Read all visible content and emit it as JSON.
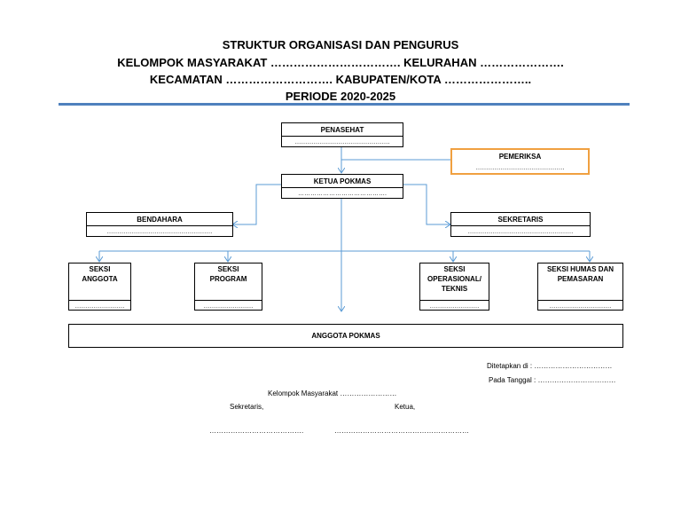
{
  "header": {
    "line1": "STRUKTUR ORGANISASI DAN PENGURUS",
    "line2": "KELOMPOK MASYARAKAT ……………………………. KELURAHAN ………………….",
    "line3": "KECAMATAN ………………………. KABUPATEN/KOTA …………………..",
    "line4": "PERIODE 2020-2025"
  },
  "chart": {
    "penasehat": {
      "label": "PENASEHAT",
      "dots": "………………………………………."
    },
    "pemeriksa": {
      "label": "PEMERIKSA",
      "dots": "……………………………………."
    },
    "ketua": {
      "label": "KETUA POKMAS",
      "dots": "……………………………………."
    },
    "bendahara": {
      "label": "BENDAHARA",
      "dots": "……………………………………………"
    },
    "sekretaris": {
      "label": "SEKRETARIS",
      "dots": "……………………………………………"
    },
    "seksi_anggota": {
      "label": "SEKSI\nANGGOTA",
      "dots": "……………………"
    },
    "seksi_program": {
      "label": "SEKSI\nPROGRAM",
      "dots": "……………………"
    },
    "seksi_operasional": {
      "label": "SEKSI\nOPERASIONAL/\nTEKNIS",
      "dots": "……………………"
    },
    "seksi_humas": {
      "label": "SEKSI HUMAS DAN\nPEMASARAN",
      "dots": "…………………………"
    },
    "anggota": {
      "label": "ANGGOTA POKMAS"
    }
  },
  "footer": {
    "ditetapkan": "Ditetapkan di : ……………………………",
    "tanggal": "Pada Tanggal : ……………………………",
    "kelompok": "Kelompok Masyarakat ……………………",
    "sekretaris": "Sekretaris,",
    "ketua": "Ketua,",
    "sign_left": "………………………………….",
    "sign_right": "…………………………………………………"
  },
  "colors": {
    "rule": "#4f81bd",
    "connector": "#5b9bd5",
    "pemeriksa_border": "#f0a040"
  }
}
